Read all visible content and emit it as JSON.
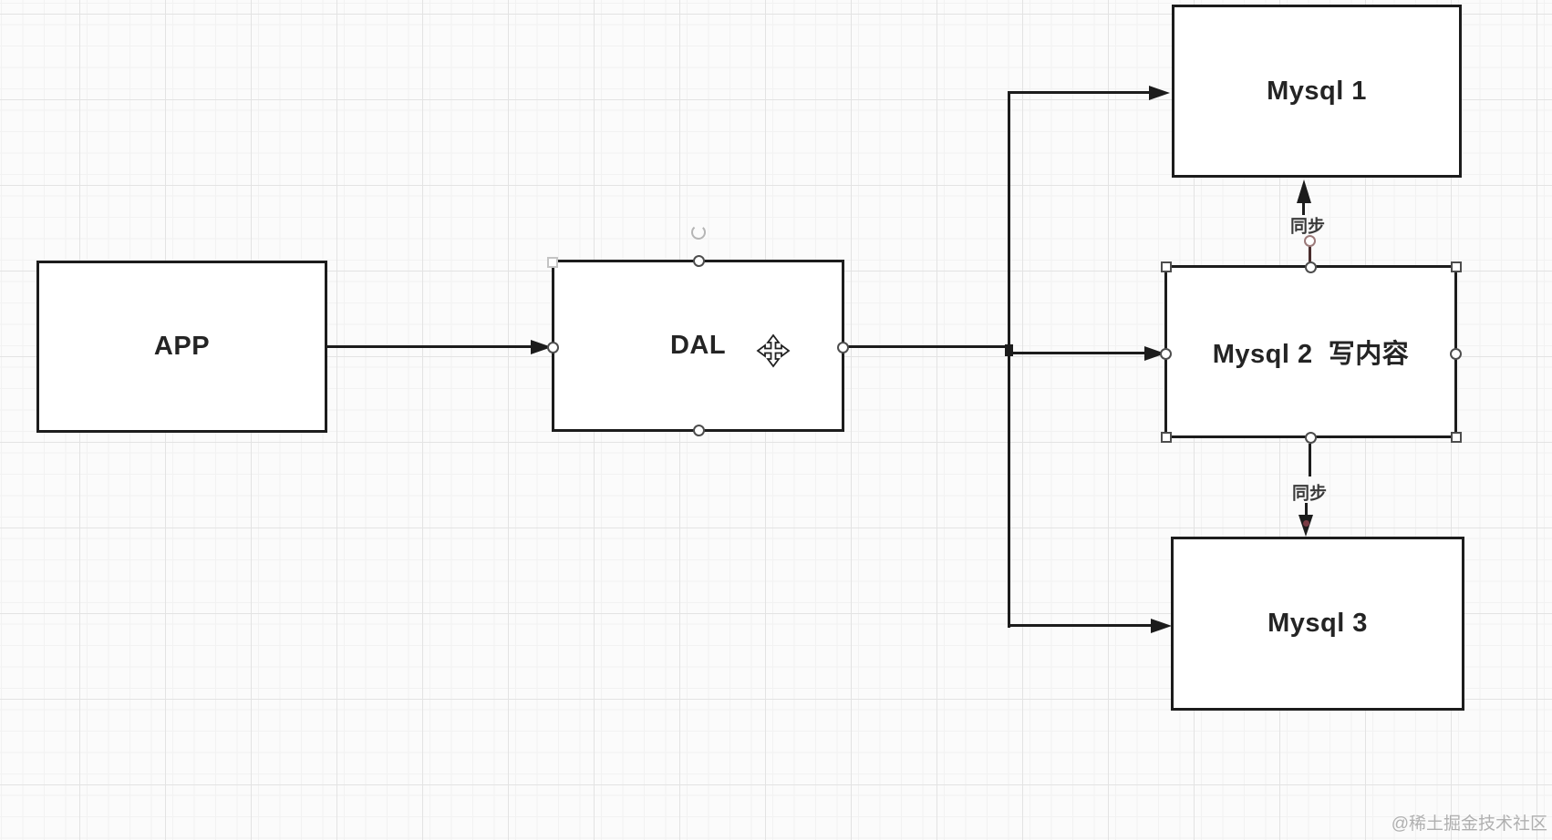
{
  "canvas": {
    "background_color": "#fbfbfb",
    "grid_minor_color": "#f2f2f2",
    "grid_major_color": "#e3e3e3",
    "stroke_color": "#1c1c1c"
  },
  "nodes": [
    {
      "id": "app",
      "label": "APP",
      "selected": false
    },
    {
      "id": "dal",
      "label": "DAL",
      "selected": true
    },
    {
      "id": "mysql1",
      "label": "Mysql 1",
      "selected": false
    },
    {
      "id": "mysql2",
      "label": "Mysql 2  写内容",
      "selected": true
    },
    {
      "id": "mysql3",
      "label": "Mysql 3",
      "selected": false
    }
  ],
  "edges": [
    {
      "from": "app",
      "to": "dal",
      "label": ""
    },
    {
      "from": "dal",
      "to": "mysql1",
      "label": ""
    },
    {
      "from": "dal",
      "to": "mysql2",
      "label": ""
    },
    {
      "from": "dal",
      "to": "mysql3",
      "label": ""
    },
    {
      "from": "mysql2",
      "to": "mysql1",
      "label": "同步"
    },
    {
      "from": "mysql2",
      "to": "mysql3",
      "label": "同步"
    }
  ],
  "cursor": {
    "type": "move"
  },
  "watermark": {
    "text": "@稀土掘金技术社区",
    "color": "#b0b0b0"
  }
}
